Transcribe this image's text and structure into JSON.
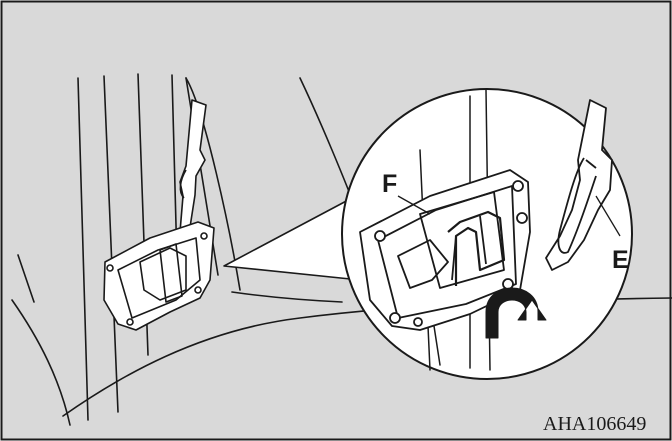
{
  "figure": {
    "background": "#d9d9d9",
    "line_color": "#1a1a1a",
    "callouts": {
      "f": "F",
      "e": "E"
    },
    "figure_id": "AHA106649",
    "icons": [
      "latch-bracket-icon",
      "rotate-arrow-icon",
      "release-strap-icon"
    ]
  }
}
